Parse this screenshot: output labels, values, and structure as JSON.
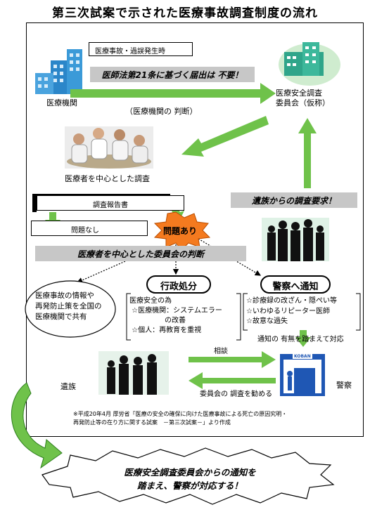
{
  "title": "第三次試案で示された医療事故調査制度の流れ",
  "nodes": {
    "incident_box": "医療事故・過誤発生時",
    "medical_institution": "医療機関",
    "no_report_banner": "医師法第21条に基づく届出は 不要！",
    "institution_judgement": "（医療機関の 判断）",
    "committee": "医療安全調査\n委員会（仮称）",
    "investigation": "医療者を中心とした調査",
    "family_request": "遺族からの調査要求！",
    "report": "調査報告書",
    "no_problem": "問題なし",
    "problem": "問題あり",
    "committee_judgement": "医療者を中心とした委員会の判断",
    "share_info": "医療事故の情報や\n再発防止策を全国の\n医療機関で共有",
    "admin_action_title": "行政処分",
    "admin_action_body": "医療安全の為\n ☆医療機関：システムエラー\n　　　　　の改善\n ☆個人：再教育を重視",
    "police_notice_title": "警察へ通知",
    "police_notice_body": "☆診療録の改ざん・隠ぺい等\n☆いわゆるリピーター医師\n☆故意な過失",
    "police_response_note": "通知の 有無を踏まえて対応",
    "consult": "相談",
    "recommend_investigation": "委員会の 調査を勧める",
    "family": "遺族",
    "police": "警察",
    "police_building_sign": "KOBAN",
    "source_note": "※平成20年4月 厚労省「医療の安全の確保に向けた医療事故による死亡の原因究明・\n再発防止等の在り方に関する試案　－第三次試案－」より作成",
    "bottom_message": "医療安全調査委員会からの通知を\n踏まえ、警察が対応する！"
  },
  "icons": [
    "hospital-building-icon",
    "committee-building-icon",
    "doctors-meeting-icon",
    "family-silhouettes-icon",
    "police-box-icon",
    "mourning-family-icon"
  ],
  "colors": {
    "arrow_green": "#6fc24a",
    "arrow_dark_green": "#2f7f1f",
    "explosion_orange": "#f47a1f",
    "building_blue": "#2b86c9",
    "banner_gray": "#c7c7c7",
    "police_blue": "#1f57b4"
  }
}
